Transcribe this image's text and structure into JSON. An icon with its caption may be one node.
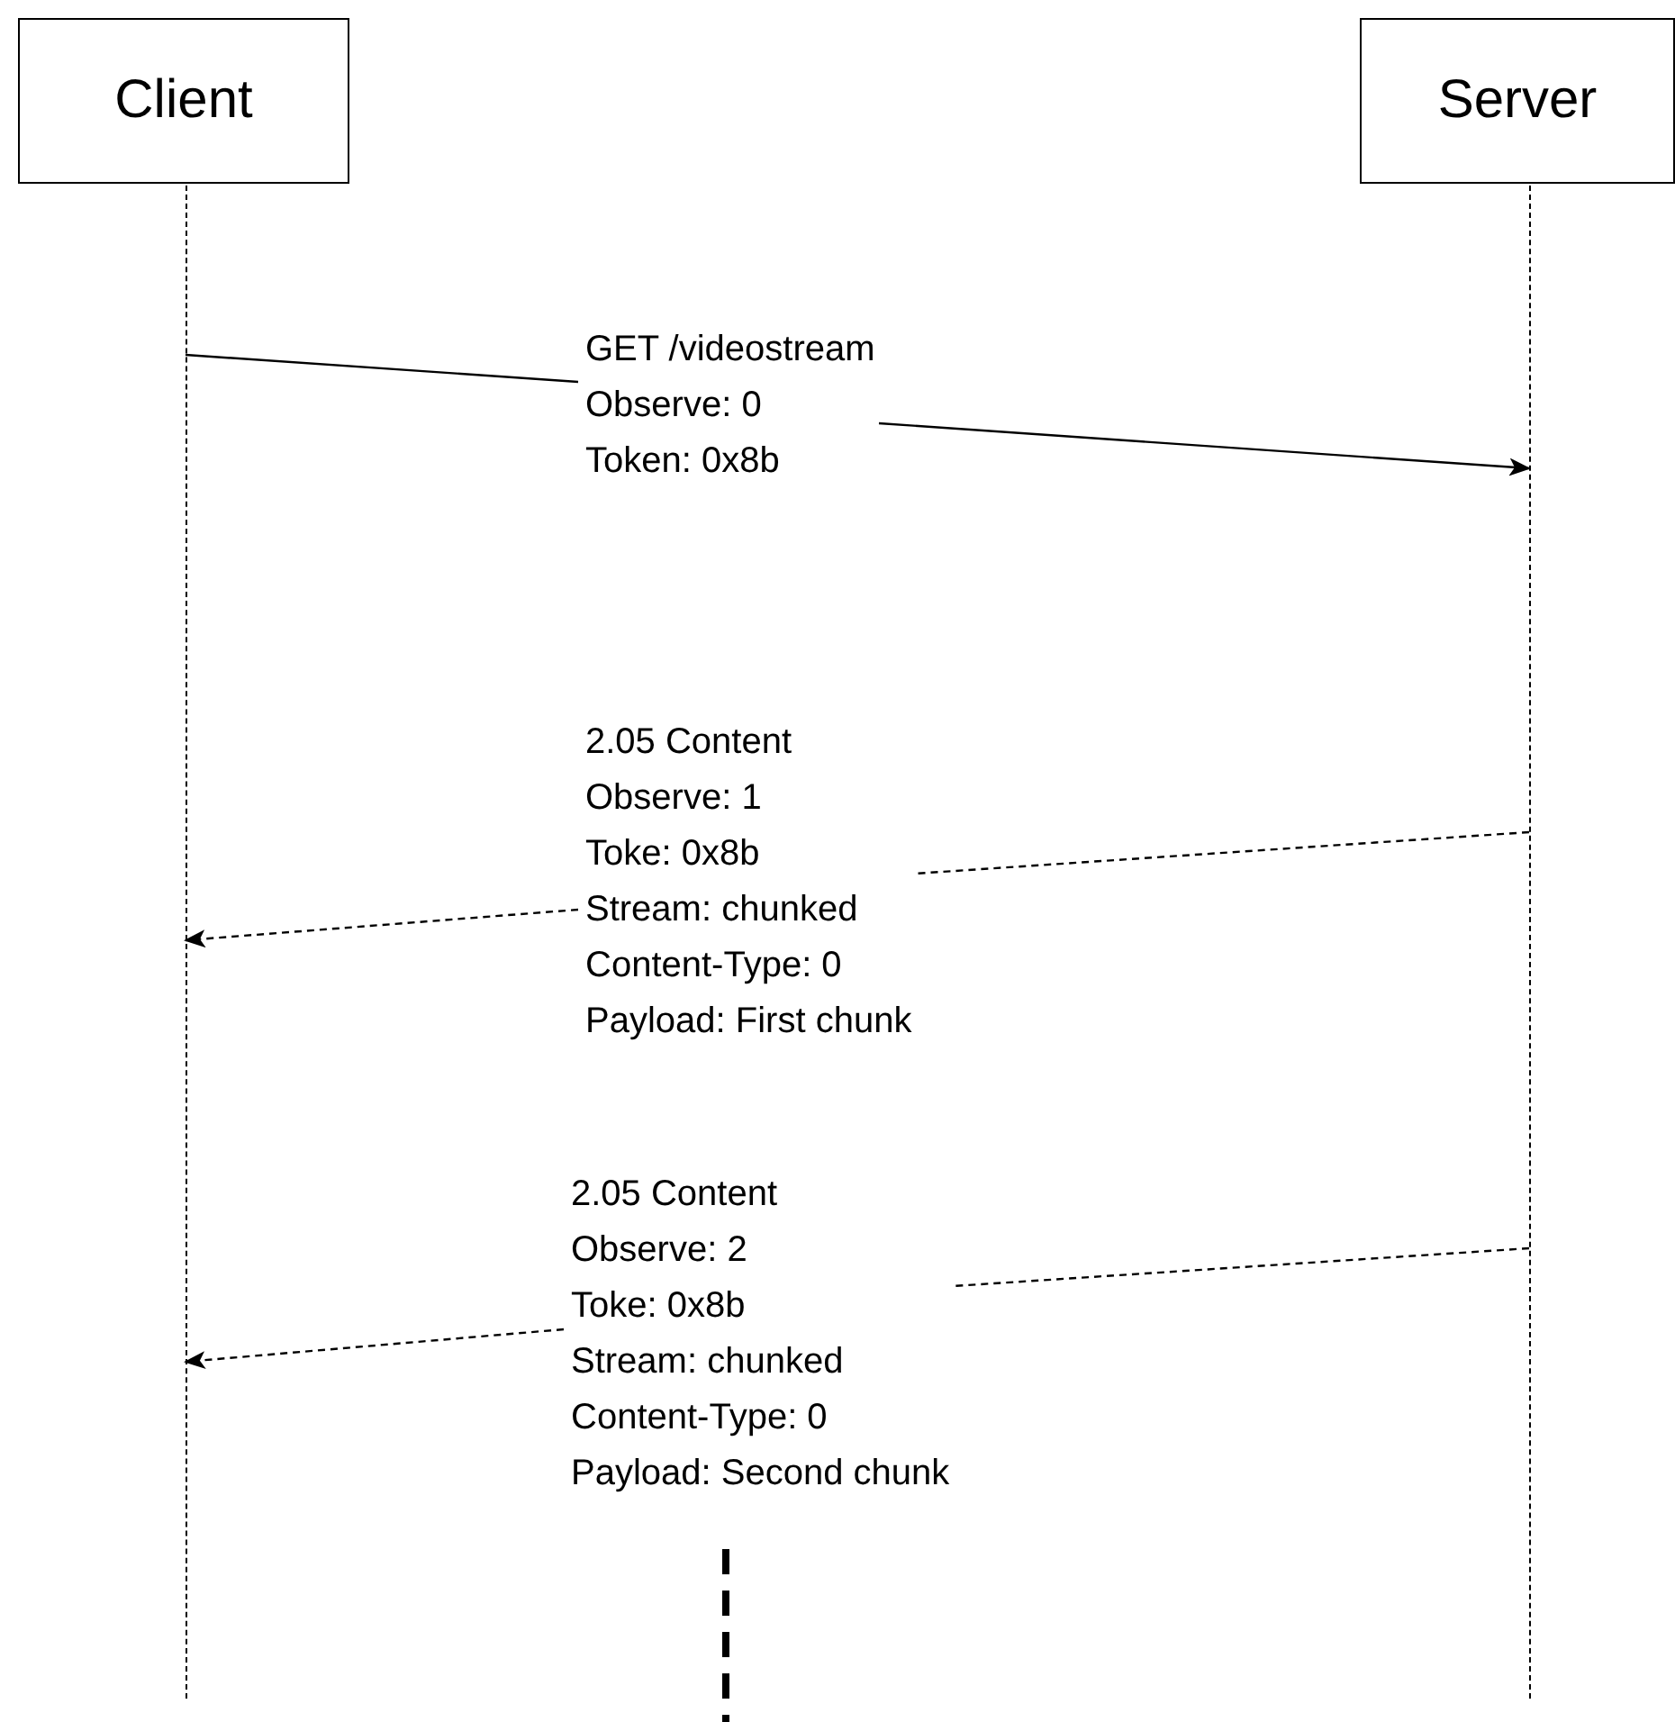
{
  "diagram": {
    "nodes": [
      {
        "text": [
          "Client"
        ]
      },
      {
        "text": [
          "Server"
        ]
      },
      {
        "text": [],
        "shape": "line"
      },
      {
        "text": [],
        "shape": "line"
      },
      {
        "text": [
          "GET /videostream",
          "Observe: 0",
          "Token: 0x8b"
        ]
      },
      {
        "text": [
          "2.05 Content",
          "Observe: 1",
          "Toke: 0x8b",
          "Stream: chunked",
          "Content-Type: 0",
          "Payload: First chunk"
        ]
      },
      {
        "text": [
          "2.05 Content",
          "Observe: 2",
          "Toke: 0x8b",
          "Stream: chunked",
          "Content-Type: 0",
          "Payload: Second chunk"
        ]
      }
    ],
    "edges": [
      {
        "from": 2,
        "to": 4,
        "arrow": "none"
      },
      {
        "from": 4,
        "to": 3,
        "arrow": "to"
      },
      {
        "from": 3,
        "to": 5,
        "arrow": "none",
        "style": "dashed"
      },
      {
        "from": 5,
        "to": 2,
        "arrow": "to",
        "style": "dashed"
      },
      {
        "from": 3,
        "to": 6,
        "arrow": "none",
        "style": "dashed"
      },
      {
        "from": 6,
        "to": 2,
        "arrow": "to",
        "style": "dashed"
      }
    ]
  }
}
